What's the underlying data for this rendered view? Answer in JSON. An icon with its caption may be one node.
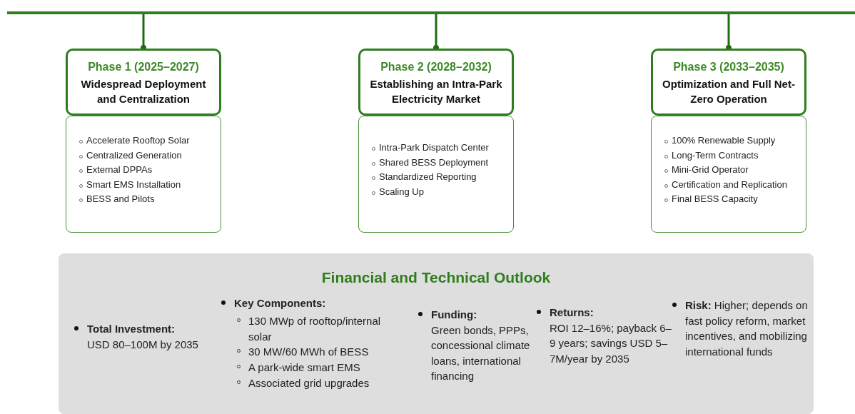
{
  "diagram": {
    "nodes": [
      {
        "text": [],
        "shape": "bar"
      },
      {
        "text": [
          "Phase 1 (2025–2027)",
          "Widespread Deployment and Centralization"
        ]
      },
      {
        "text": [
          "Accelerate Rooftop Solar",
          "Centralized Generation",
          "External DPPAs",
          "Smart EMS Installation",
          "BESS and Pilots"
        ]
      },
      {
        "text": [
          "Phase 2 (2028–2032)",
          "Establishing an Intra-Park Electricity Market"
        ]
      },
      {
        "text": [
          "Intra-Park Dispatch Center",
          "Shared BESS Deployment",
          "Standardized Reporting",
          "Scaling Up"
        ]
      },
      {
        "text": [
          "Phase 3 (2033–2035)",
          "Optimization and Full Net-Zero Operation"
        ]
      },
      {
        "text": [
          "100% Renewable Supply",
          "Long-Term Contracts",
          "Mini-Grid Operator",
          "Certification and Replication",
          "Final BESS Capacity"
        ]
      },
      {
        "text": [
          "Financial and Technical Outlook",
          "**Total Investment:** USD 80–100M by 2035",
          "**Key Components:**",
          "130 MWp of rooftop/internal solar",
          "30 MW/60 MWh of BESS",
          "A park-wide smart EMS",
          "Associated grid upgrades",
          "**Funding:** Green bonds, PPPs, concessional climate loans, international financing",
          "**Returns:** ROI 12–16%; payback 6–9 years; savings USD 5–7M/year by 2035",
          "**Risk:** Higher; depends on fast policy reform, market incentives, and mobilizing international funds"
        ]
      }
    ],
    "edges": [
      {
        "from": 0,
        "to": 1,
        "arrow": "other"
      },
      {
        "from": 0,
        "to": 3,
        "arrow": "other"
      },
      {
        "from": 0,
        "to": 5,
        "arrow": "other"
      }
    ]
  }
}
